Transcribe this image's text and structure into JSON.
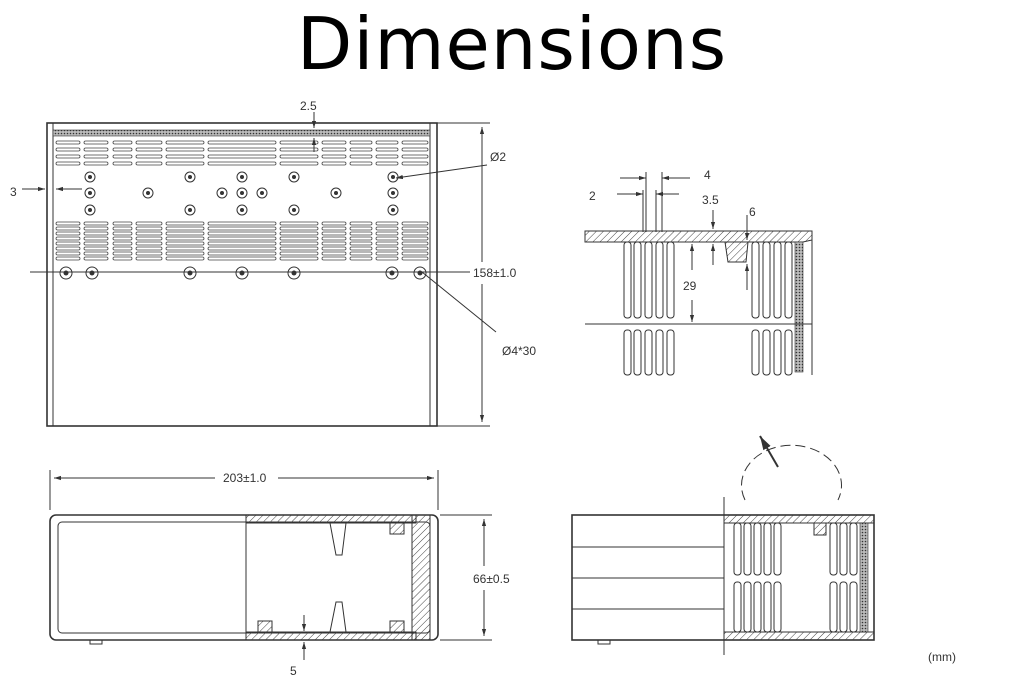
{
  "title": "Dimensions",
  "labels": {
    "top_slot_thickness": "2.5",
    "hole_diameter": "Ø2",
    "side_wall": "3",
    "height": "158±1.0",
    "screw_hole": "Ø4*30",
    "fin_pitch": "4",
    "fin_width": "2",
    "top_thickness": "3.5",
    "rib": "6",
    "fin_depth": "29",
    "length": "203±1.0",
    "width": "66±0.5",
    "bottom_thickness": "5",
    "unit": "(mm)"
  }
}
